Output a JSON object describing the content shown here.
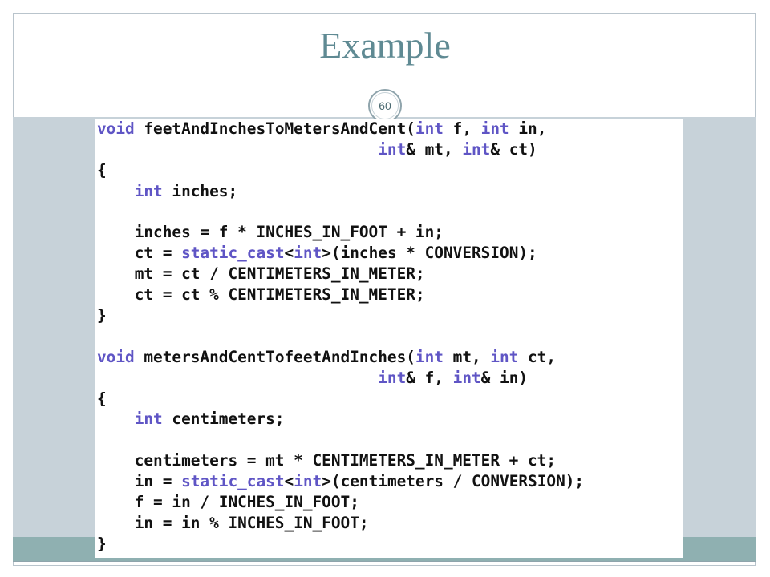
{
  "slide": {
    "title": "Example",
    "page_number": "60"
  },
  "colors": {
    "title": "#5f8a93",
    "keyword": "#5f55c5",
    "code_text": "#111111",
    "content_band": "#c7d2d9",
    "bottom_band": "#8fb0b1"
  },
  "code": [
    [
      {
        "t": "void",
        "k": true
      },
      {
        "t": " feetAndInchesToMetersAndCent("
      },
      {
        "t": "int",
        "k": true
      },
      {
        "t": " f, "
      },
      {
        "t": "int",
        "k": true
      },
      {
        "t": " in,"
      }
    ],
    [
      {
        "t": "                              "
      },
      {
        "t": "int",
        "k": true
      },
      {
        "t": "& mt, "
      },
      {
        "t": "int",
        "k": true
      },
      {
        "t": "& ct)"
      }
    ],
    [
      {
        "t": "{"
      }
    ],
    [
      {
        "t": "    "
      },
      {
        "t": "int",
        "k": true
      },
      {
        "t": " inches;"
      }
    ],
    [],
    [
      {
        "t": "    inches = f * INCHES_IN_FOOT + in;"
      }
    ],
    [
      {
        "t": "    ct = "
      },
      {
        "t": "static_cast",
        "k": true
      },
      {
        "t": "<"
      },
      {
        "t": "int",
        "k": true
      },
      {
        "t": ">(inches * CONVERSION);"
      }
    ],
    [
      {
        "t": "    mt = ct / CENTIMETERS_IN_METER;"
      }
    ],
    [
      {
        "t": "    ct = ct % CENTIMETERS_IN_METER;"
      }
    ],
    [
      {
        "t": "}"
      }
    ],
    [],
    [
      {
        "t": "void",
        "k": true
      },
      {
        "t": " metersAndCentTofeetAndInches("
      },
      {
        "t": "int",
        "k": true
      },
      {
        "t": " mt, "
      },
      {
        "t": "int",
        "k": true
      },
      {
        "t": " ct,"
      }
    ],
    [
      {
        "t": "                              "
      },
      {
        "t": "int",
        "k": true
      },
      {
        "t": "& f, "
      },
      {
        "t": "int",
        "k": true
      },
      {
        "t": "& in)"
      }
    ],
    [
      {
        "t": "{"
      }
    ],
    [
      {
        "t": "    "
      },
      {
        "t": "int",
        "k": true
      },
      {
        "t": " centimeters;"
      }
    ],
    [],
    [
      {
        "t": "    centimeters = mt * CENTIMETERS_IN_METER + ct;"
      }
    ],
    [
      {
        "t": "    in = "
      },
      {
        "t": "static_cast",
        "k": true
      },
      {
        "t": "<"
      },
      {
        "t": "int",
        "k": true
      },
      {
        "t": ">(centimeters / CONVERSION);"
      }
    ],
    [
      {
        "t": "    f = in / INCHES_IN_FOOT;"
      }
    ],
    [
      {
        "t": "    in = in % INCHES_IN_FOOT;"
      }
    ],
    [
      {
        "t": "}"
      }
    ]
  ]
}
